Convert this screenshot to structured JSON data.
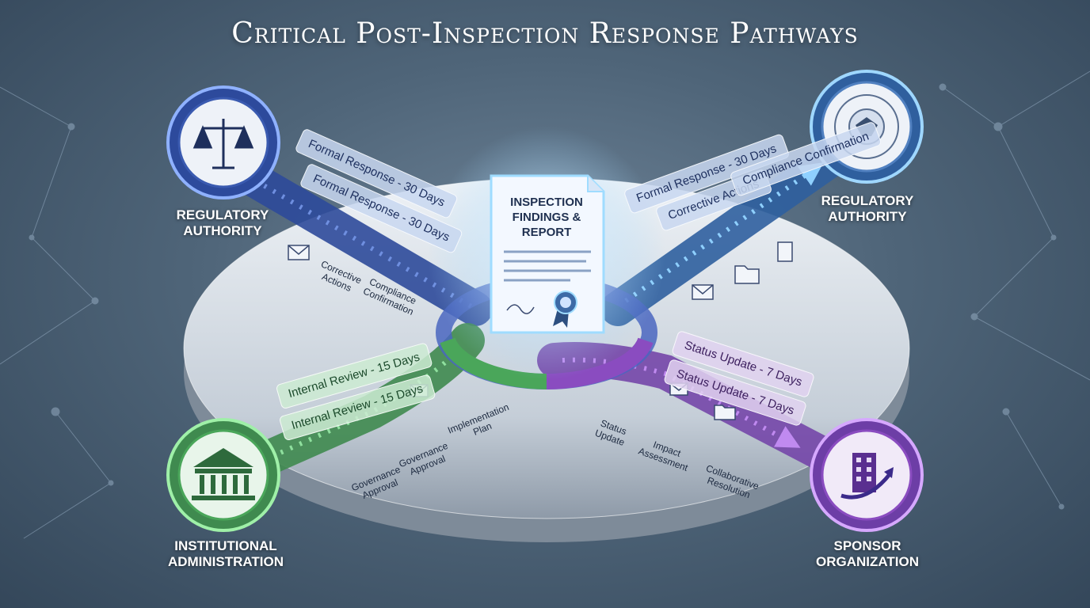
{
  "title": "Critical Post-Inspection Response Pathways",
  "center": {
    "text": "INSPECTION FINDINGS & REPORT"
  },
  "nodes": {
    "top_left": {
      "label": "REGULATORY AUTHORITY",
      "icon": "scales-of-justice-icon",
      "color": "#3f5fb8"
    },
    "top_right": {
      "label": "REGULATORY AUTHORITY",
      "icon": "government-seal-icon",
      "color": "#4a86c8"
    },
    "bottom_left": {
      "label": "INSTITUTIONAL ADMINISTRATION",
      "icon": "institution-building-icon",
      "color": "#4aa65a"
    },
    "bottom_right": {
      "label": "SPONSOR ORGANIZATION",
      "icon": "building-growth-icon",
      "color": "#8a4cc0"
    }
  },
  "pathways": {
    "top_left": {
      "tags": [
        "Formal Response - 30 Days",
        "Formal Response - 30 Days"
      ],
      "steps": [
        "Corrective Actions",
        "Compliance Confirmation"
      ]
    },
    "top_right": {
      "tags": [
        "Formal Response - 30 Days",
        "Corrective Actions",
        "Compliance Confirmation"
      ]
    },
    "bottom_left": {
      "tags": [
        "Internal Review - 15 Days",
        "Internal Review - 15 Days"
      ],
      "steps": [
        "Governance Approval",
        "Governance Approval",
        "Implementation Plan"
      ]
    },
    "bottom_right": {
      "tags": [
        "Status Update - 7 Days",
        "Status Update - 7 Days"
      ],
      "steps": [
        "Status Update",
        "Impact Assessment",
        "Collaborative Resolution"
      ]
    }
  }
}
